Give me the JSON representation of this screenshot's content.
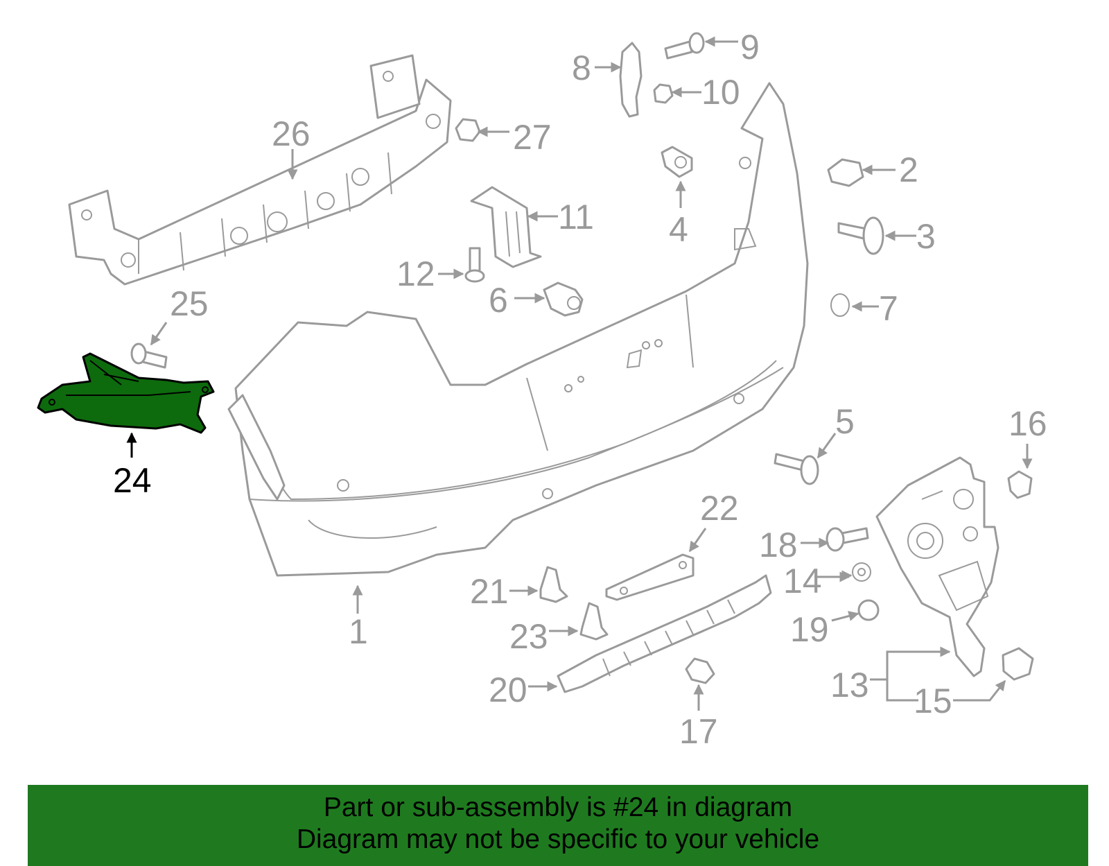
{
  "diagram": {
    "callouts": [
      "1",
      "2",
      "3",
      "4",
      "5",
      "6",
      "7",
      "8",
      "9",
      "10",
      "11",
      "12",
      "13",
      "14",
      "15",
      "16",
      "17",
      "18",
      "19",
      "20",
      "21",
      "22",
      "23",
      "24",
      "25",
      "26",
      "27"
    ],
    "highlighted_part": "24",
    "colors": {
      "highlight": "#0d6b0d",
      "banner": "#1f7a1f",
      "line": "#9a9a9a"
    }
  },
  "banner": {
    "line1": "Part or sub-assembly is #24 in diagram",
    "line2": "Diagram may not be specific to your vehicle"
  }
}
